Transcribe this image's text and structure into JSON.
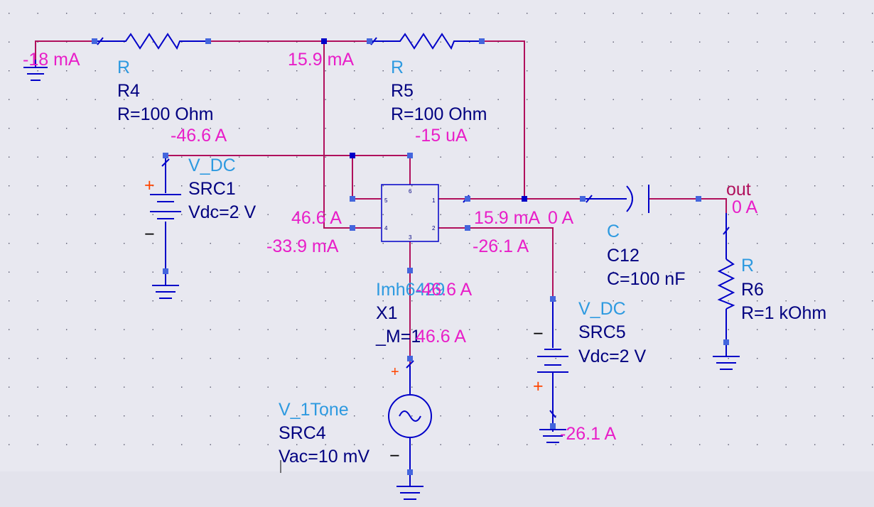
{
  "colors": {
    "background": "#e8e8f0",
    "grid_dot": "#55556a",
    "wire": "#b0105c",
    "component": "#0000c8",
    "node": "#4466dd",
    "ground": "#0000c8",
    "type_label": "#2e9ae0",
    "name_label": "#000080",
    "current_label": "#e81ec8",
    "polarity_plus": "#ff4500",
    "polarity_minus": "#000000"
  },
  "components": {
    "r4": {
      "type": "R",
      "name": "R4",
      "param": "R=100 Ohm"
    },
    "r5": {
      "type": "R",
      "name": "R5",
      "param": "R=100 Ohm"
    },
    "r6": {
      "type": "R",
      "name": "R6",
      "param": "R=1 kOhm"
    },
    "src1": {
      "type": "V_DC",
      "name": "SRC1",
      "param": "Vdc=2 V"
    },
    "src5": {
      "type": "V_DC",
      "name": "SRC5",
      "param": "Vdc=2 V"
    },
    "src4": {
      "type": "V_1Tone",
      "name": "SRC4",
      "param": "Vac=10 mV"
    },
    "c12": {
      "type": "C",
      "name": "C12",
      "param": "C=100 nF"
    },
    "x1": {
      "type": "Imh6429",
      "name": "X1",
      "param": "_M=1",
      "pins": [
        "1",
        "2",
        "3",
        "4",
        "5",
        "6"
      ]
    }
  },
  "net_labels": {
    "out": "out"
  },
  "polarity": {
    "plus": "+",
    "minus": "−"
  },
  "currents": {
    "ground_left": "-18 mA",
    "top_node": "15.9 mA",
    "src1_top": "-46.6 A",
    "r5_bottom": "-15 uA",
    "x1_pin5": "46.6 A",
    "x1_pin4": "-33.9 mA",
    "x1_pin1_a": "15.9 mA",
    "x1_pin1_b": "0 A",
    "x1_pin2": "-26.1 A",
    "out_node": "0 A",
    "x1_pin3_a": "-46.6 A",
    "x1_pin3_b": "46.6 A",
    "src5_bottom": "-26.1 A"
  }
}
